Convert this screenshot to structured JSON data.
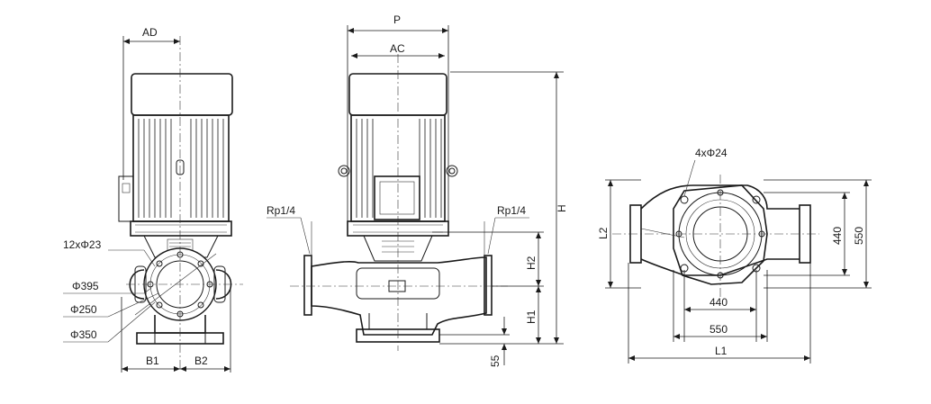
{
  "labels": {
    "ad": "AD",
    "p": "P",
    "ac": "AC",
    "h": "H",
    "h1": "H1",
    "h2": "H2",
    "b1": "B1",
    "b2": "B2",
    "rp_left": "Rp1/4",
    "rp_right": "Rp1/4",
    "bolts_flange": "12xΦ23",
    "dia_395": "Φ395",
    "dia_250": "Φ250",
    "dia_350": "Φ350",
    "dim_55": "55",
    "bolts_base": "4xΦ24",
    "l1": "L1",
    "l2": "L2",
    "dim_440_h": "440",
    "dim_550_h": "550",
    "dim_440_v": "440",
    "dim_550_v": "550"
  }
}
